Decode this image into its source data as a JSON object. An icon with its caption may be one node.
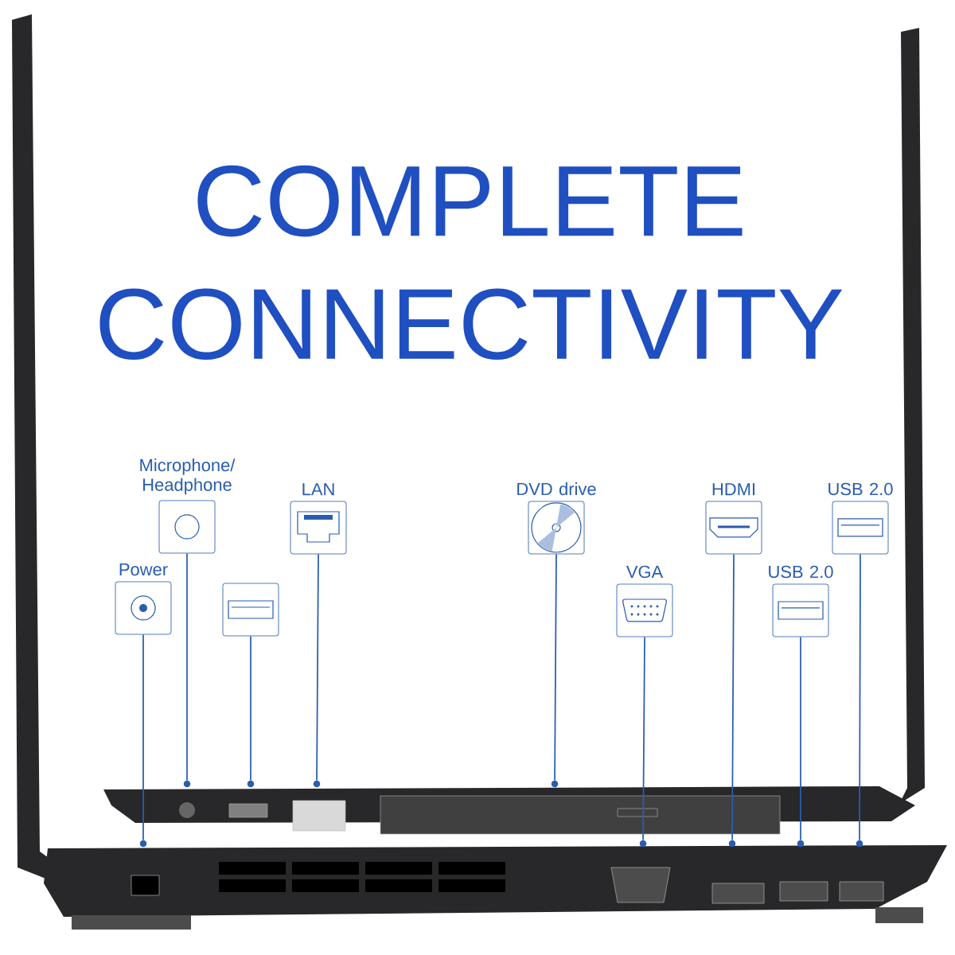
{
  "diagram": {
    "title": "COMPLETE CONNECTIVITY",
    "nodes": [
      {
        "text": [
          "Power"
        ]
      },
      {
        "text": [
          "Microphone/ Headphone"
        ]
      },
      {
        "text": [],
        "shape": "box"
      },
      {
        "text": [
          "LAN"
        ]
      },
      {
        "text": [
          "DVD drive"
        ]
      },
      {
        "text": [
          "VGA"
        ]
      },
      {
        "text": [
          "HDMI"
        ]
      },
      {
        "text": [
          "USB 2.0"
        ]
      },
      {
        "text": [
          "USB 2.0"
        ]
      },
      {
        "text": [],
        "shape": "circle"
      },
      {
        "text": [],
        "shape": "circle"
      },
      {
        "text": [],
        "shape": "circle"
      },
      {
        "text": [],
        "shape": "circle"
      },
      {
        "text": [],
        "shape": "circle"
      },
      {
        "text": [],
        "shape": "circle"
      },
      {
        "text": [],
        "shape": "circle"
      },
      {
        "text": [],
        "shape": "circle"
      },
      {
        "text": [],
        "shape": "circle"
      }
    ],
    "edges": [
      {
        "from": 0,
        "to": 9,
        "arrow": "none"
      },
      {
        "from": 1,
        "to": 10,
        "arrow": "none"
      },
      {
        "from": 2,
        "to": 11,
        "arrow": "none"
      },
      {
        "from": 3,
        "to": 12,
        "arrow": "none"
      },
      {
        "from": 4,
        "to": 13,
        "arrow": "none"
      },
      {
        "from": 5,
        "to": 14,
        "arrow": "none"
      },
      {
        "from": 6,
        "to": 15,
        "arrow": "none"
      },
      {
        "from": 7,
        "to": 16,
        "arrow": "none"
      },
      {
        "from": 8,
        "to": 17,
        "arrow": "none"
      }
    ]
  }
}
